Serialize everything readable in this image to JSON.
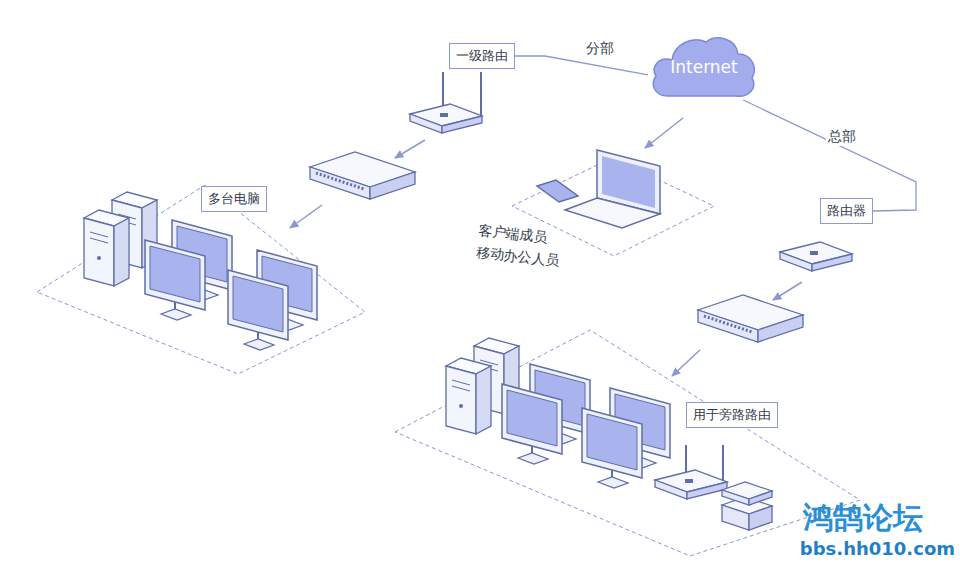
{
  "diagram": {
    "nodes": [
      {
        "text": [
          "一级路由"
        ]
      },
      {
        "text": [
          "Internet"
        ]
      },
      {
        "text": [
          "多台电脑"
        ]
      },
      {
        "text": [
          "路由器"
        ]
      },
      {
        "text": [
          "用于旁路路由"
        ]
      }
    ],
    "edges": [
      {
        "from": 1,
        "to": 0,
        "label": "分部",
        "arrow": "none"
      },
      {
        "from": 1,
        "to": 3,
        "label": "总部",
        "arrow": "none"
      }
    ],
    "labels": [
      "客户端成员",
      "移动办公人员",
      "鸿鹄论坛",
      "bbs.hh010.com"
    ]
  }
}
